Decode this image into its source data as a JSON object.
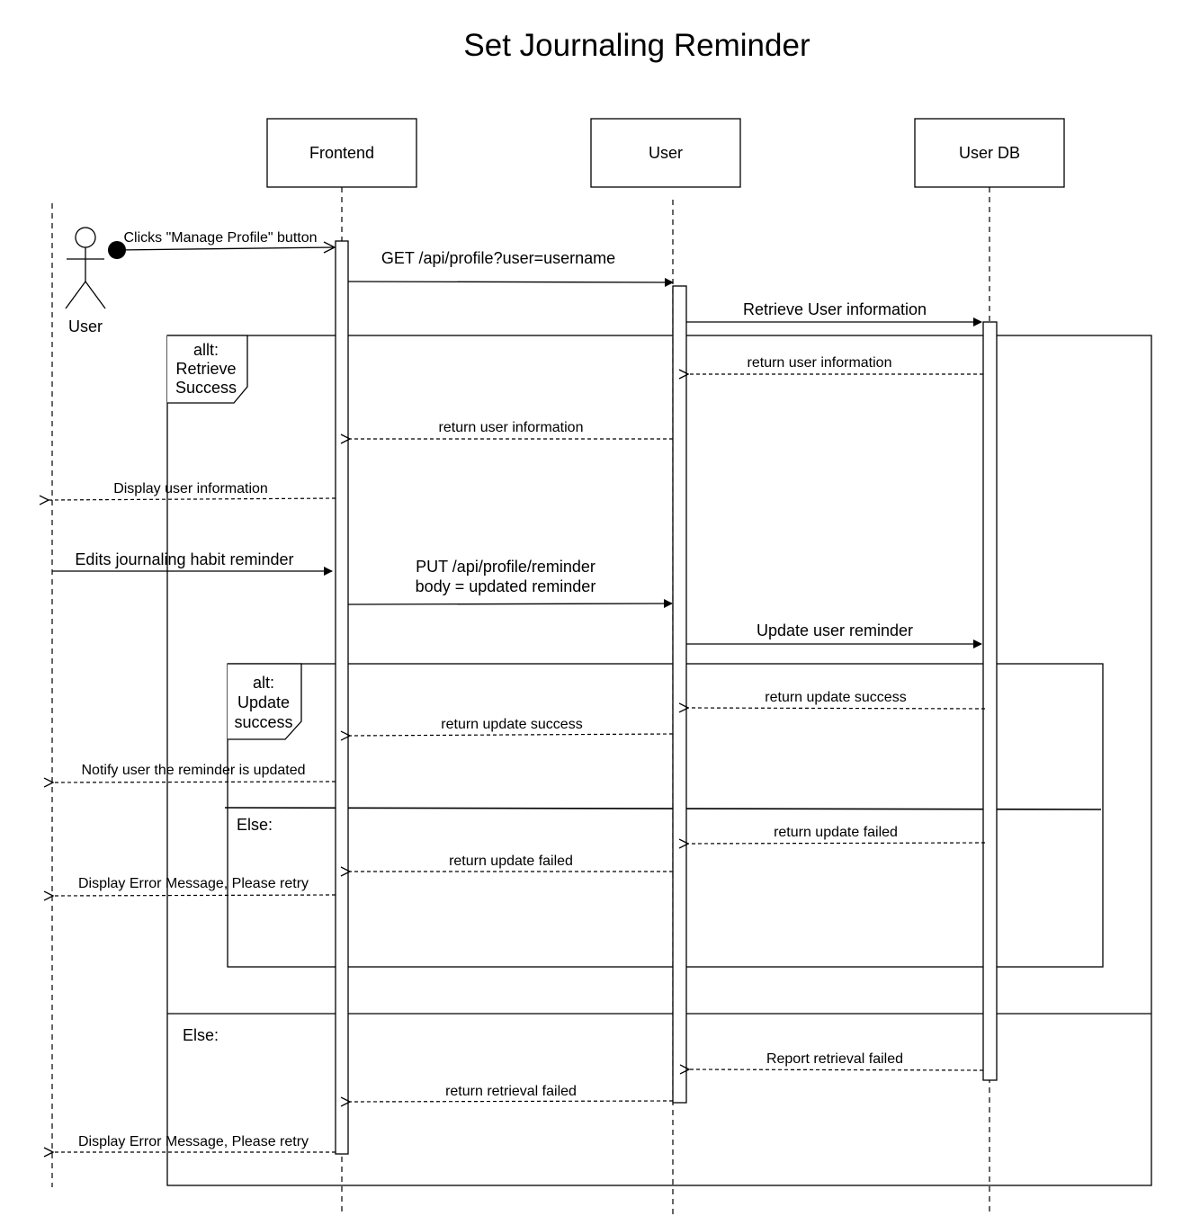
{
  "title": "Set Journaling Reminder",
  "actor": {
    "label": "User"
  },
  "participants": {
    "frontend": "Frontend",
    "user_service": "User",
    "user_db": "User DB"
  },
  "frames": {
    "outer": {
      "tag_line1": "allt:",
      "tag_line2": "Retrieve",
      "tag_line3": "Success",
      "else_label": "Else:"
    },
    "inner": {
      "tag_line1": "alt:",
      "tag_line2": "Update",
      "tag_line3": "success",
      "else_label": "Else:"
    }
  },
  "messages": {
    "m1": "Clicks \"Manage Profile\" button",
    "m2": "GET /api/profile?user=username",
    "m3": "Retrieve User information",
    "m4": "return user information",
    "m5": "return user information",
    "m6": "Display user information",
    "m7": "Edits journaling habit reminder",
    "m8_line1": "PUT /api/profile/reminder",
    "m8_line2": "body = updated reminder",
    "m9": "Update user reminder",
    "m10": "return update success",
    "m11": "return update success",
    "m12": "Notify user the reminder is updated",
    "m13": "return update failed",
    "m14": "return update failed",
    "m15": "Display Error Message, Please retry",
    "m16": "Report retrieval failed",
    "m17": "return retrieval failed",
    "m18": "Display Error Message, Please retry"
  }
}
